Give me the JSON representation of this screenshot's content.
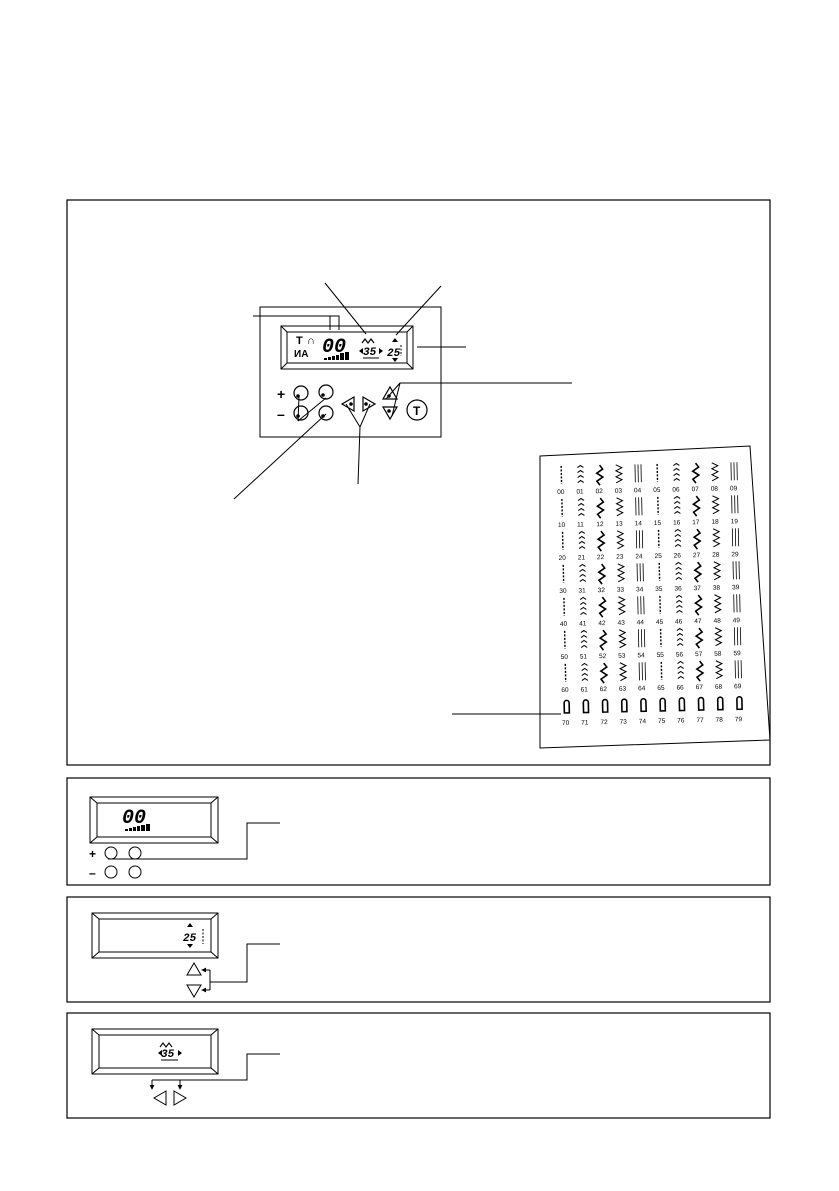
{
  "panel": {
    "display": {
      "stitch_number": "00",
      "stitch_length": "35",
      "stitch_width": "25",
      "mode_icons": [
        "needle-up-icon",
        "needle-down-icon"
      ],
      "mode_letters": "ИА"
    },
    "buttons": {
      "plus": "+",
      "minus": "–",
      "reverse_symbol": "T"
    }
  },
  "stitch_chart": {
    "numbers": [
      "00",
      "01",
      "02",
      "03",
      "04",
      "05",
      "06",
      "07",
      "08",
      "09",
      "10",
      "11",
      "12",
      "13",
      "14",
      "15",
      "16",
      "17",
      "18",
      "19",
      "20",
      "21",
      "22",
      "23",
      "24",
      "25",
      "26",
      "27",
      "28",
      "29",
      "30",
      "31",
      "32",
      "33",
      "34",
      "35",
      "36",
      "37",
      "38",
      "39",
      "40",
      "41",
      "42",
      "43",
      "44",
      "45",
      "46",
      "47",
      "48",
      "49",
      "50",
      "51",
      "52",
      "53",
      "54",
      "55",
      "56",
      "57",
      "58",
      "59",
      "60",
      "61",
      "62",
      "63",
      "64",
      "65",
      "66",
      "67",
      "68",
      "69",
      "70",
      "71",
      "72",
      "73",
      "74",
      "75",
      "76",
      "77",
      "78",
      "79"
    ]
  },
  "detail_stitch": {
    "number": "00",
    "plus": "+",
    "minus": "–"
  },
  "detail_width": {
    "value": "25"
  },
  "detail_length": {
    "value": "35"
  }
}
